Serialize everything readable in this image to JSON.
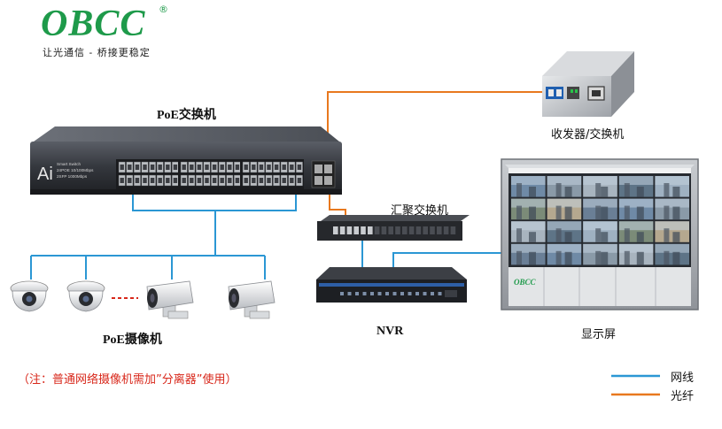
{
  "logo": {
    "brand": "OBCC",
    "registered": "®",
    "slogan": "让光通信 - 桥接更稳定"
  },
  "labels": {
    "poe_switch": "PoE交换机",
    "transceiver": "收发器/交换机",
    "aggregation_switch": "汇聚交换机",
    "poe_camera": "PoE摄像机",
    "nvr": "NVR",
    "display": "显示屏"
  },
  "device_text": {
    "switch_logo": "Ai",
    "switch_line1": "Smart Switch",
    "switch_line2": "24POE 10/100Mbps",
    "switch_line3": "2SFP 1000Mbps",
    "screen_brand": "OBCC"
  },
  "note": "（注：普通网络摄像机需加”分离器”使用）",
  "legend": [
    {
      "label": "网线",
      "color": "#2b97d4"
    },
    {
      "label": "光纤",
      "color": "#e8781e"
    }
  ],
  "colors": {
    "ethernet": "#2b97d4",
    "fiber": "#e8781e",
    "brand_green": "#1e9a4a",
    "note_red": "#d8271a"
  }
}
